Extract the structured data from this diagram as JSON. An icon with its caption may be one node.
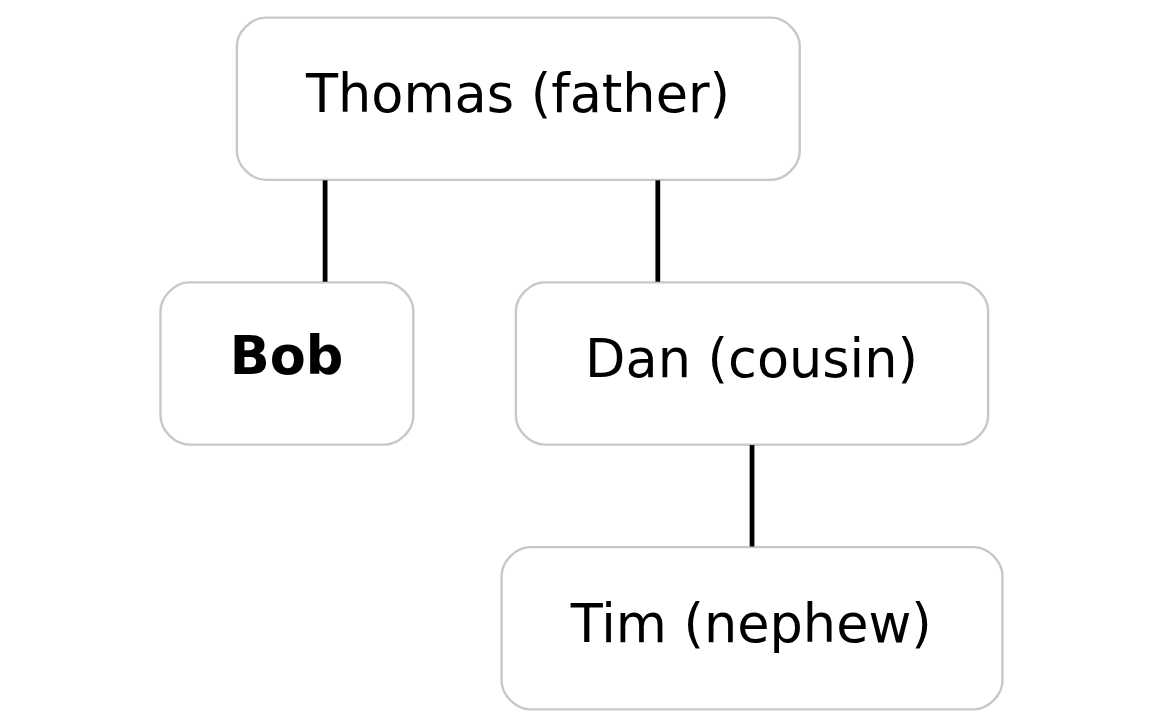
{
  "diagram": {
    "nodes": [
      {
        "text": [
          "Thomas (father)"
        ]
      },
      {
        "text": [
          "Bob"
        ]
      },
      {
        "text": [
          "Dan (cousin)"
        ]
      },
      {
        "text": [
          "Tim (nephew)"
        ]
      }
    ],
    "edges": [
      {
        "from": 0,
        "to": 1,
        "arrow": "none"
      },
      {
        "from": 0,
        "to": 2,
        "arrow": "none"
      },
      {
        "from": 2,
        "to": 3,
        "arrow": "none"
      }
    ]
  }
}
